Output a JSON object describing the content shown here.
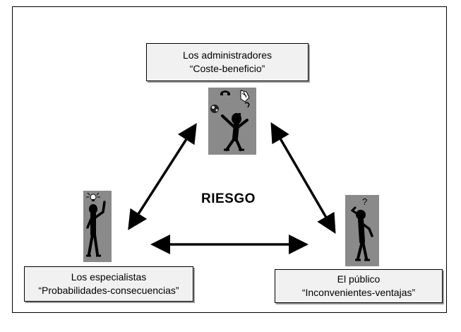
{
  "center_label": "RIESGO",
  "nodes": {
    "top": {
      "line1": "Los administradores",
      "line2": "“Coste-beneficio”"
    },
    "left": {
      "line1": "Los especialistas",
      "line2": "“Probabilidades-consecuencias”"
    },
    "right": {
      "line1": "El público",
      "line2": "“Inconvenientes-ventajas”"
    }
  },
  "colors": {
    "figure_bg": "#8a8a8a",
    "box_bg": "#f1f1f1",
    "ink": "#000000"
  },
  "icons": [
    "juggler-figure-icon",
    "idea-figure-icon",
    "thinking-figure-icon"
  ]
}
